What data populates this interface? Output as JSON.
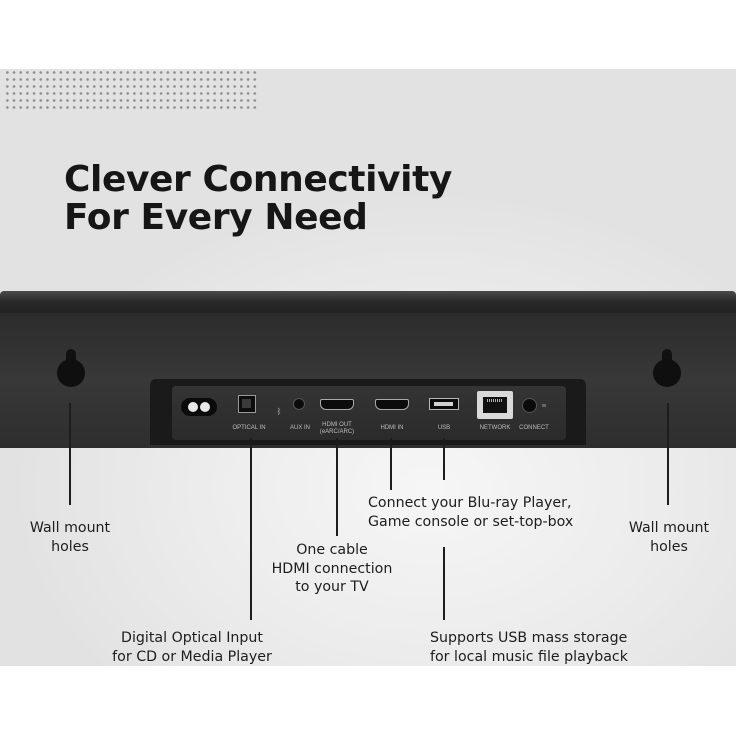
{
  "headline": {
    "line1": "Clever Connectivity",
    "line2": "For Every Need"
  },
  "ports": {
    "optical": "OPTICAL IN",
    "aux": "AUX IN",
    "hdmi_out_1": "HDMI OUT",
    "hdmi_out_2": "(eARC/ARC)",
    "hdmi_in": "HDMI IN",
    "usb": "USB",
    "network": "NETWORK",
    "connect": "CONNECT"
  },
  "callouts": {
    "wall_left": [
      "Wall mount",
      "holes"
    ],
    "wall_right": [
      "Wall mount",
      "holes"
    ],
    "hdmi_arc": [
      "One cable",
      "HDMI connection",
      "to your TV"
    ],
    "hdmi_in": [
      "Connect your Blu-ray Player,",
      "Game console or set-top-box"
    ],
    "optical": [
      "Digital Optical Input",
      "for CD or Media Player"
    ],
    "usb": [
      "Supports USB mass storage",
      "for local music file playback"
    ]
  },
  "colors": {
    "text": "#1d1d1d",
    "bar": "#2e2e2e",
    "panel": "#ececec"
  }
}
